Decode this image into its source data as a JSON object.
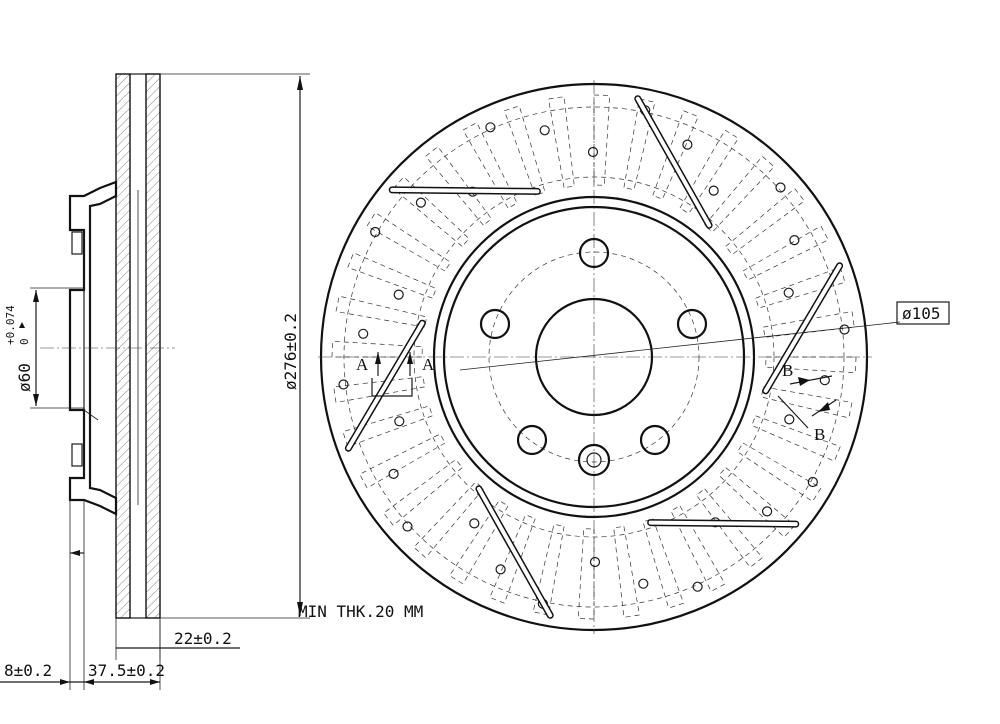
{
  "labels": {
    "dia_outer": "ø276±0.2",
    "dia_hub": "ø60",
    "dia_hub_tol": "+0.074",
    "dia_hub_tol0": "0",
    "dia_bolt": "ø105",
    "min_thk": "MIN THK.20 MM",
    "dim_22": "22±0.2",
    "dim_8": "8±0.2",
    "dim_375": "37.5±0.2",
    "sec_a_left": "A",
    "sec_a_right": "A",
    "sec_b_top": "B",
    "sec_b_bottom": "B"
  }
}
